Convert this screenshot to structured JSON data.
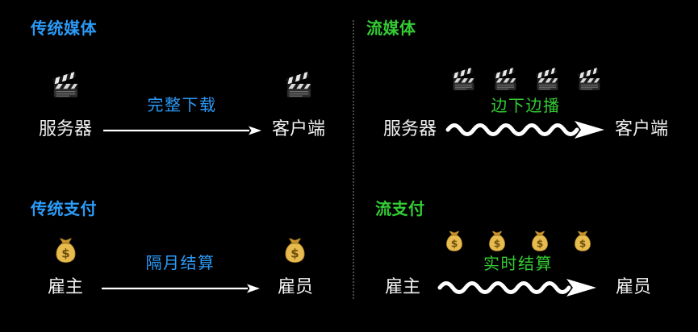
{
  "page": {
    "background": "#000000",
    "divider_style": "vertical dotted line"
  },
  "colors": {
    "traditional_accent": "#2B9BF8",
    "streaming_accent": "#34CC34",
    "node_text": "#F0F0F0",
    "arrow": "#FFFFFF",
    "divider": "#4A4A4A"
  },
  "icons": {
    "media": "clapperboard-icon",
    "payment": "money-bag-icon"
  },
  "quadrants": {
    "traditional_media": {
      "title": "传统媒体",
      "source_label": "服务器",
      "target_label": "客户端",
      "flow_label": "完整下载",
      "arrow": "straight",
      "accent": "#2B9BF8"
    },
    "streaming_media": {
      "title": "流媒体",
      "source_label": "服务器",
      "target_label": "客户端",
      "flow_label": "边下边播",
      "arrow": "wavy",
      "flow_icon_count": 4,
      "accent": "#34CC34"
    },
    "traditional_payment": {
      "title": "传统支付",
      "source_label": "雇主",
      "target_label": "雇员",
      "flow_label": "隔月结算",
      "arrow": "straight",
      "accent": "#2B9BF8"
    },
    "streaming_payment": {
      "title": "流支付",
      "source_label": "雇主",
      "target_label": "雇员",
      "flow_label": "实时结算",
      "arrow": "wavy",
      "flow_icon_count": 4,
      "accent": "#34CC34"
    }
  }
}
